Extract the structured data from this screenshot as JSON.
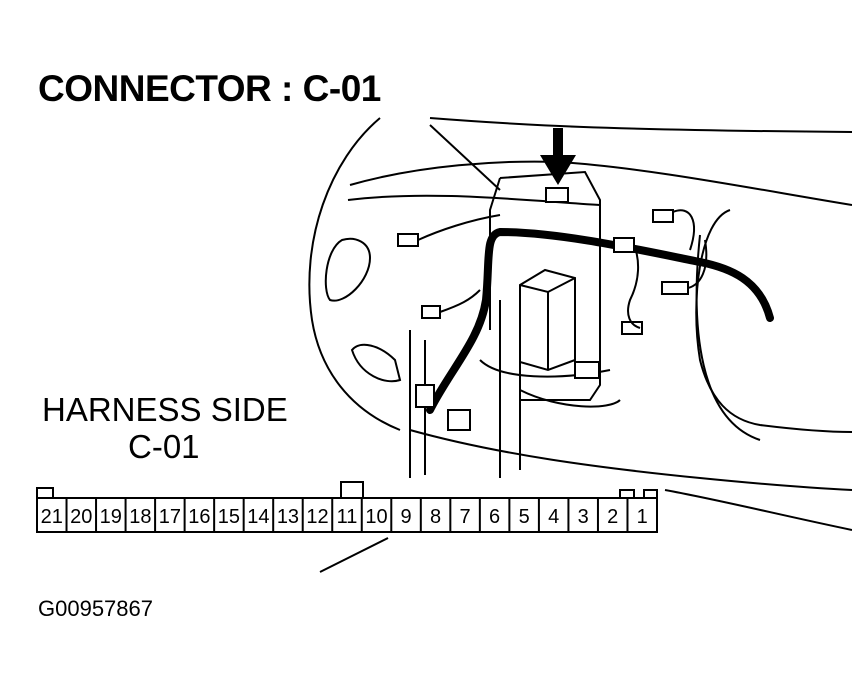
{
  "title": "CONNECTOR : C-01",
  "harness": {
    "line1": "HARNESS SIDE",
    "line2": "C-01"
  },
  "figure_id": "G00957867",
  "connector_pins": [
    "21",
    "20",
    "19",
    "18",
    "17",
    "16",
    "15",
    "14",
    "13",
    "12",
    "11",
    "10",
    "9",
    "8",
    "7",
    "6",
    "5",
    "4",
    "3",
    "2",
    "1"
  ],
  "colors": {
    "ink": "#000000",
    "paper": "#ffffff"
  }
}
